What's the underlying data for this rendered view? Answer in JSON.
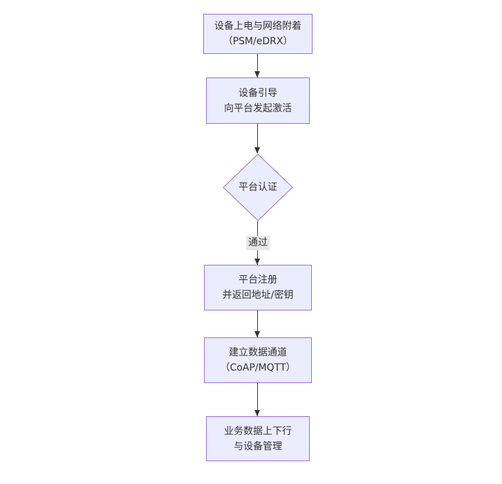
{
  "diagram": {
    "type": "flowchart",
    "direction": "top-down",
    "colors": {
      "canvas_bg": "#ffffff",
      "node_fill": "#ececff",
      "node_border": "#9370db",
      "edge_color": "#333333",
      "edge_label_bg": "#e8e8e8",
      "text_color": "#333333"
    },
    "nodes": [
      {
        "id": "power-attach",
        "shape": "rect",
        "lines": [
          "设备上电与网络附着",
          "（PSM/eDRX）"
        ]
      },
      {
        "id": "bootstrap",
        "shape": "rect",
        "lines": [
          "设备引导",
          "向平台发起激活"
        ]
      },
      {
        "id": "platform-auth",
        "shape": "diamond",
        "lines": [
          "平台认证"
        ]
      },
      {
        "id": "register",
        "shape": "rect",
        "lines": [
          "平台注册",
          "并返回地址/密钥"
        ]
      },
      {
        "id": "data-channel",
        "shape": "rect",
        "lines": [
          "建立数据通道",
          "（CoAP/MQTT）"
        ]
      },
      {
        "id": "business",
        "shape": "rect",
        "lines": [
          "业务数据上下行",
          "与设备管理"
        ]
      }
    ],
    "edges": [
      {
        "from": "power-attach",
        "to": "bootstrap",
        "label": ""
      },
      {
        "from": "bootstrap",
        "to": "platform-auth",
        "label": ""
      },
      {
        "from": "platform-auth",
        "to": "register",
        "label": "通过"
      },
      {
        "from": "register",
        "to": "data-channel",
        "label": ""
      },
      {
        "from": "data-channel",
        "to": "business",
        "label": ""
      }
    ]
  }
}
